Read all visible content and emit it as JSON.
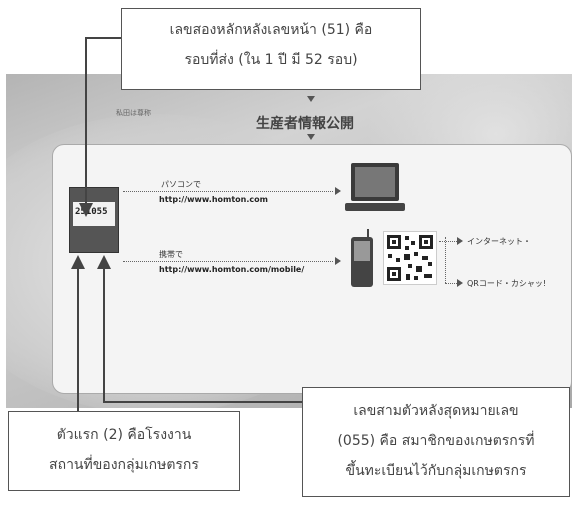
{
  "callouts": {
    "top": {
      "line1": "เลขสองหลักหลังเลขหน้า (51) คือ",
      "line2": "รอบที่ส่ง (ใน 1 ปี มี 52 รอบ)"
    },
    "bottom_left": {
      "line1": "ตัวแรก (2) คือโรงงาน",
      "line2": "สถานที่ของกลุ่มเกษตรกร"
    },
    "bottom_right": {
      "line1": "เลขสามตัวหลังสุดหมายเลข",
      "line2": "(055) คือ สมาชิกของเกษตรกรที่",
      "line3": "ขึ้นทะเบียนไว้กับกลุ่มเกษตรกร"
    }
  },
  "figure": {
    "small_note": "私田は尊称",
    "heading": "生産者情報公開",
    "label_code": "251055",
    "pc": {
      "label": "パソコンで",
      "url": "http://www.homton.com"
    },
    "mobile": {
      "label": "携帯で",
      "url": "http://www.homton.com/mobile/"
    },
    "options": [
      "インターネット・",
      "QRコード・カシャッ!"
    ]
  },
  "icons": [
    "computer-monitor-icon",
    "mobile-phone-icon",
    "qr-code-icon",
    "arrow-right-icon"
  ],
  "colors": {
    "arrow": "#444444",
    "callout_border": "#555555"
  }
}
